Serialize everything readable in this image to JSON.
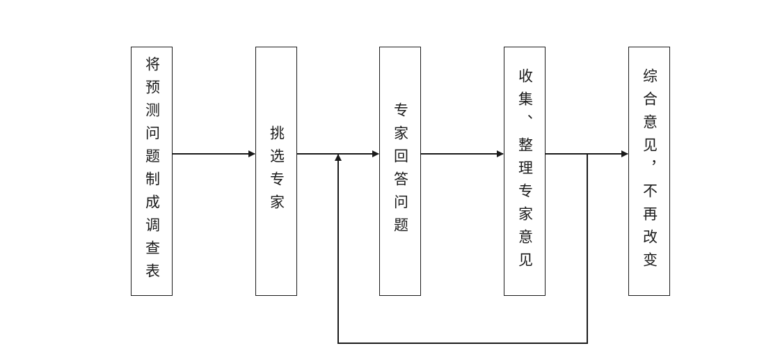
{
  "steps": [
    {
      "id": "step-1",
      "text": "将预测问题制成调查表"
    },
    {
      "id": "step-2",
      "text": "挑选专家"
    },
    {
      "id": "step-3",
      "text": "专家回答问题"
    },
    {
      "id": "step-4",
      "text": "收集、整理专家意见"
    },
    {
      "id": "step-5",
      "text": "综合意见，不再改变"
    }
  ],
  "colors": {
    "line": "#1a1a1a",
    "background": "#ffffff"
  }
}
